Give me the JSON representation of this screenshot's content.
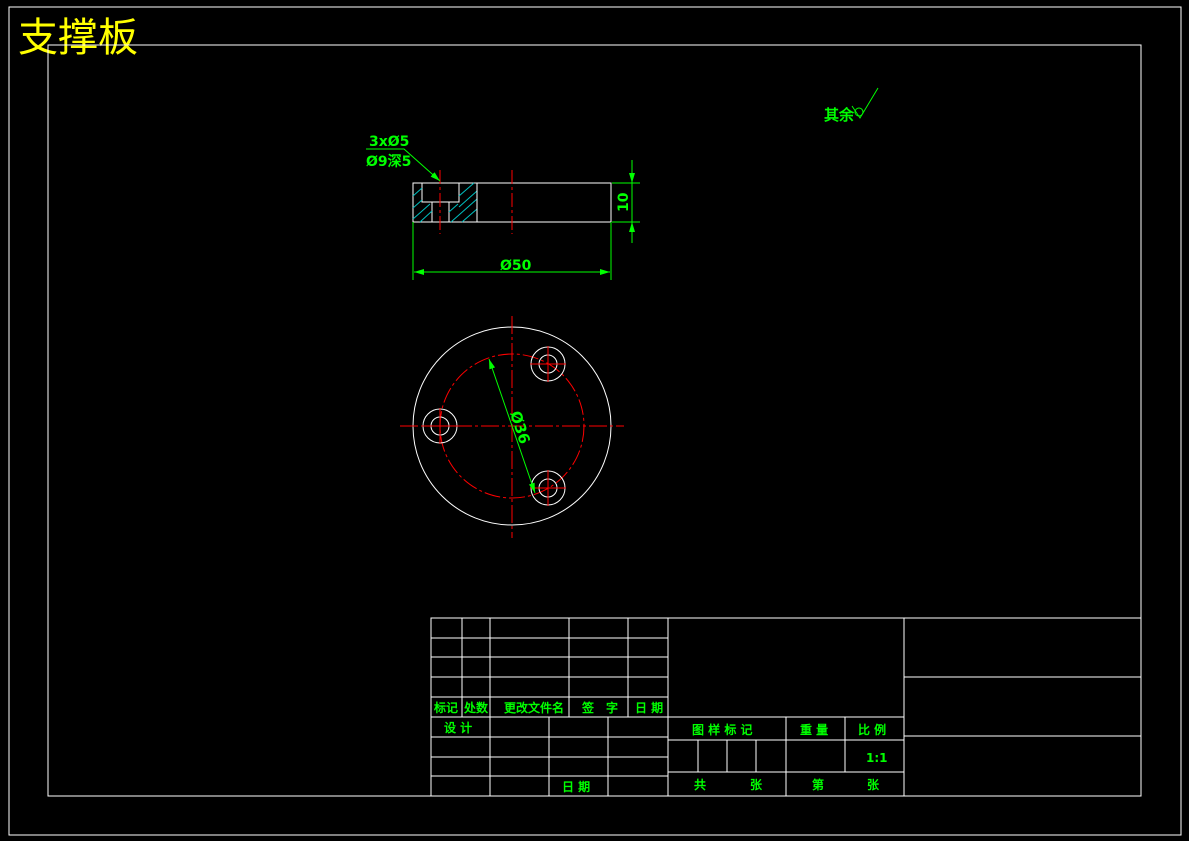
{
  "title": "支撑板",
  "colors": {
    "background": "#000000",
    "outline": "#ffffff",
    "dimension": "#00ff00",
    "centerline": "#ff0000",
    "hatch": "#00c0c0",
    "title": "#ffff00"
  },
  "annotations": {
    "roughness_note": "其余",
    "hole_callout_line1": "3xØ5",
    "hole_callout_line2": "Ø9深5",
    "dim_height": "10",
    "dim_diameter": "Ø50",
    "dim_pitch_circle": "Ø36"
  },
  "title_block": {
    "col_mark": "标记",
    "col_count": "处数",
    "col_doc": "更改文件名",
    "col_sign": "签　字",
    "col_date": "日 期",
    "design": "设 计",
    "date": "日 期",
    "drawing_mark": "图 样 标 记",
    "weight": "重 量",
    "ratio": "比 例",
    "ratio_value": "1:1",
    "total": "共",
    "sheets": "张",
    "sheet_no": "第",
    "sheet": "张"
  }
}
